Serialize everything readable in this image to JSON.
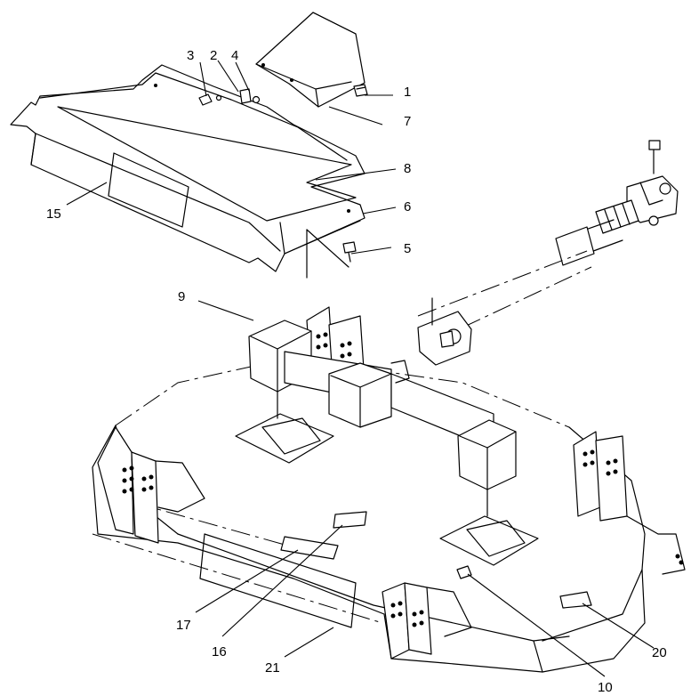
{
  "callouts": [
    {
      "id": "c1",
      "text": "1"
    },
    {
      "id": "c2",
      "text": "2"
    },
    {
      "id": "c3",
      "text": "3"
    },
    {
      "id": "c4",
      "text": "4"
    },
    {
      "id": "c5",
      "text": "5"
    },
    {
      "id": "c6",
      "text": "6"
    },
    {
      "id": "c7",
      "text": "7"
    },
    {
      "id": "c8",
      "text": "8"
    },
    {
      "id": "c9",
      "text": "9"
    },
    {
      "id": "c10",
      "text": "10"
    },
    {
      "id": "c15",
      "text": "15"
    },
    {
      "id": "c16",
      "text": "16"
    },
    {
      "id": "c17",
      "text": "17"
    },
    {
      "id": "c20",
      "text": "20"
    },
    {
      "id": "c21",
      "text": "21"
    }
  ]
}
